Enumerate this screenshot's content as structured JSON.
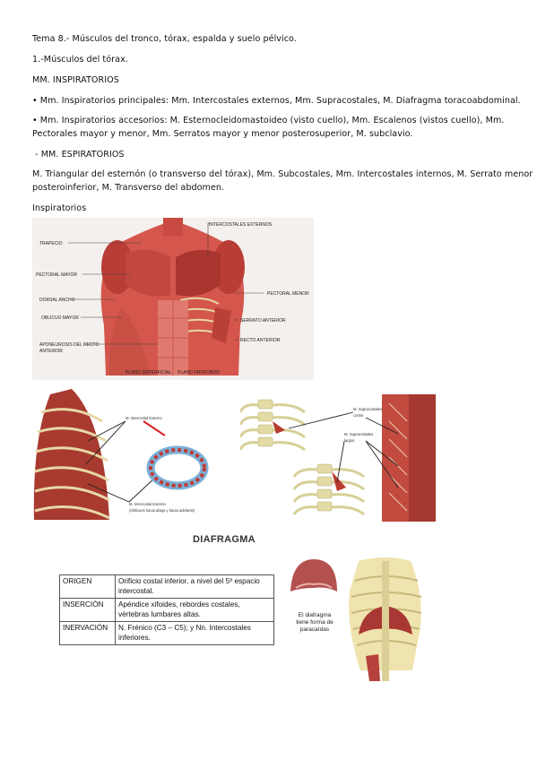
{
  "heading": "Tema 8.- Músculos del tronco, tórax, espalda y suelo pélvico.",
  "section1": "1.-Músculos del tórax.",
  "insp_heading": "MM. INSPIRATORIOS",
  "insp_main": "• Mm. Inspiratorios principales: Mm. Intercostales externos, Mm. Supracostales, M. Diafragma toracoabdominal.",
  "insp_acc_line1": "• Mm. Inspiratorios accesorios: M. Esternocleidomastoideo (visto cuello), Mm. Escalenos (vistos cuello), Mm.",
  "insp_acc_line2": "Pectorales mayor y menor, Mm. Serratos mayor y menor posterosuperior, M. subclavio.",
  "esp_heading": " - MM. ESPIRATORIOS",
  "esp_line1": "M. Triangular del esternón (o transverso del tórax), Mm. Subcostales, Mm. Intercostales internos, M. Serrato menor",
  "esp_line2": "posteroinferior, M. Transverso del abdomen.",
  "insp_caption": "Inspiratorios",
  "fig1_labels": {
    "intercostales": "INTERCOSTALES EXTERNOS",
    "trapecio": "TRAPECIO",
    "pectoral_mayor": "PECTORAL MAYOR",
    "dorsal_ancho": "DORSAL ANCHO",
    "oblicuo_mayor": "OBLICUO MAYOR",
    "aponeurosis1": "APONEUROSIS DEL RECTO",
    "aponeurosis2": "ANTERIOR",
    "pectoral_menor": "PECTORAL MENOR",
    "serrato_anterior": "SERRATO ANTERIOR",
    "recto_anterior": "RECTO ANTERIOR",
    "plano_superficial": "PLANO SUPERFICIAL",
    "plano_profundo": "PLANO PROFUNDO"
  },
  "fig2_labels": {
    "top": "M. Intercostal Externo",
    "bottom": "M. Intercostal Externo",
    "bottom_note": "(Oblicuos hacia abajo y hacia adelante)"
  },
  "fig3_labels": {
    "cortos1": "M. Supracostales",
    "cortos2": "cortos",
    "largos1": "M. Supracostales",
    "largos2": "largos"
  },
  "diafragma_title": "DIAFRAGMA",
  "table": [
    {
      "key": "ORIGEN",
      "value": "Orificio costal inferior, a nivel del 5º espacio intercostal."
    },
    {
      "key": "INSERCIÓN",
      "value": "Apéndice xifoides, rebordes costales, vértebras lumbares altas."
    },
    {
      "key": "INERVACIÓN",
      "value": "N. Frénico (C3 – C5); y Nn. Intercostales inferiores."
    }
  ],
  "diafragma_caption": "El diafragma tiene forma de paracaídas",
  "colors": {
    "muscle": "#c8463e",
    "muscle_dark": "#8e2622",
    "bone": "#e9dfb4",
    "skin": "#f1d6c6",
    "panel": "#f4f0ee"
  }
}
